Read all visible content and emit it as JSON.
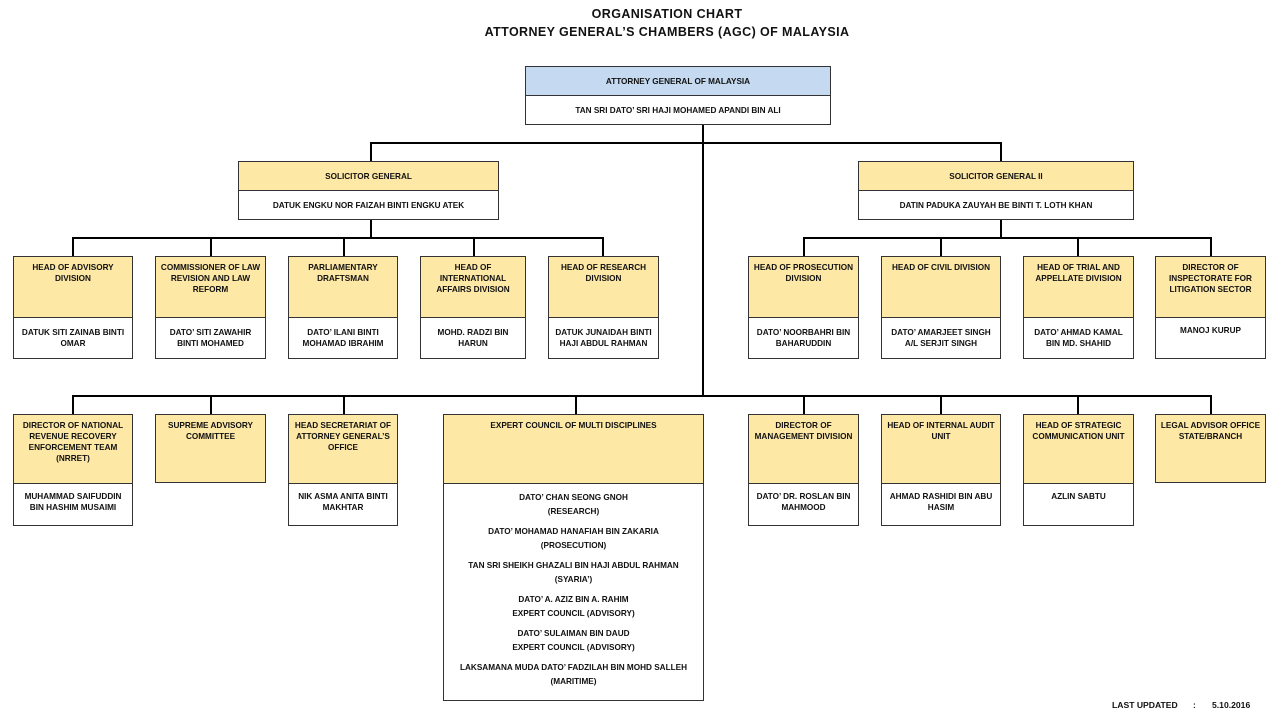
{
  "title": {
    "line1": "ORGANISATION CHART",
    "line2": "ATTORNEY GENERAL’S CHAMBERS (AGC) OF MALAYSIA"
  },
  "ag": {
    "role": "ATTORNEY GENERAL OF MALAYSIA",
    "name": "TAN SRI DATO’ SRI HAJI MOHAMED APANDI BIN ALI"
  },
  "sg1": {
    "role": "SOLICITOR GENERAL",
    "name": "DATUK ENGKU NOR FAIZAH BINTI ENGKU ATEK"
  },
  "sg2": {
    "role": "SOLICITOR GENERAL II",
    "name": "DATIN PADUKA ZAUYAH BE BINTI T. LOTH KHAN"
  },
  "row1": [
    {
      "role": "HEAD OF ADVISORY DIVISION",
      "name": "DATUK SITI ZAINAB BINTI OMAR"
    },
    {
      "role": "COMMISSIONER OF LAW REVISION AND LAW REFORM",
      "name": "DATO’ SITI ZAWAHIR BINTI MOHAMED"
    },
    {
      "role": "PARLIAMENTARY DRAFTSMAN",
      "name": "DATO’ ILANI BINTI MOHAMAD IBRAHIM"
    },
    {
      "role": "HEAD OF INTERNATIONAL AFFAIRS DIVISION",
      "name": "MOHD. RADZI BIN HARUN"
    },
    {
      "role": "HEAD OF RESEARCH DIVISION",
      "name": "DATUK JUNAIDAH BINTI HAJI ABDUL RAHMAN"
    },
    {
      "role": "HEAD OF PROSECUTION DIVISION",
      "name": "DATO’ NOORBAHRI BIN BAHARUDDIN"
    },
    {
      "role": "HEAD OF CIVIL DIVISION",
      "name": "DATO’ AMARJEET SINGH A/L SERJIT SINGH"
    },
    {
      "role": "HEAD OF TRIAL AND APPELLATE DIVISION",
      "name": "DATO’ AHMAD KAMAL BIN MD. SHAHID"
    },
    {
      "role": "DIRECTOR OF INSPECTORATE FOR LITIGATION SECTOR",
      "name": "MANOJ KURUP"
    }
  ],
  "row2": [
    {
      "role": "DIRECTOR OF NATIONAL REVENUE RECOVERY ENFORCEMENT TEAM (NRRET)",
      "name": "MUHAMMAD SAIFUDDIN BIN HASHIM MUSAIMI"
    },
    {
      "role": "SUPREME ADVISORY COMMITTEE",
      "name": ""
    },
    {
      "role": "HEAD SECRETARIAT OF ATTORNEY GENERAL’S OFFICE",
      "name": "NIK ASMA ANITA BINTI MAKHTAR"
    },
    {
      "role": "DIRECTOR OF MANAGEMENT DIVISION",
      "name": "DATO’ DR. ROSLAN BIN MAHMOOD"
    },
    {
      "role": "HEAD OF INTERNAL AUDIT UNIT",
      "name": "AHMAD RASHIDI BIN ABU HASIM"
    },
    {
      "role": "HEAD OF STRATEGIC COMMUNICATION UNIT",
      "name": "AZLIN SABTU"
    },
    {
      "role": "LEGAL ADVISOR OFFICE STATE/BRANCH",
      "name": ""
    }
  ],
  "council": {
    "role": "EXPERT COUNCIL OF MULTI DISCIPLINES",
    "members": [
      {
        "name": "DATO’ CHAN SEONG GNOH",
        "area": "(RESEARCH)"
      },
      {
        "name": "DATO’ MOHAMAD HANAFIAH BIN ZAKARIA",
        "area": "(PROSECUTION)"
      },
      {
        "name": "TAN SRI SHEIKH GHAZALI BIN HAJI ABDUL RAHMAN",
        "area": "(SYARIA’)"
      },
      {
        "name": "DATO’ A. AZIZ BIN A. RAHIM",
        "area": "EXPERT COUNCIL (ADVISORY)"
      },
      {
        "name": "DATO’ SULAIMAN BIN DAUD",
        "area": "EXPERT COUNCIL (ADVISORY)"
      },
      {
        "name": "LAKSAMANA MUDA DATO’ FADZILAH BIN MOHD SALLEH",
        "area": "(MARITIME)"
      }
    ]
  },
  "footer": {
    "label": "LAST UPDATED",
    "separator": ":",
    "date": "5.10.2016"
  },
  "colors": {
    "role_fill": "#fde8a6",
    "top_fill": "#c5d9f1"
  }
}
